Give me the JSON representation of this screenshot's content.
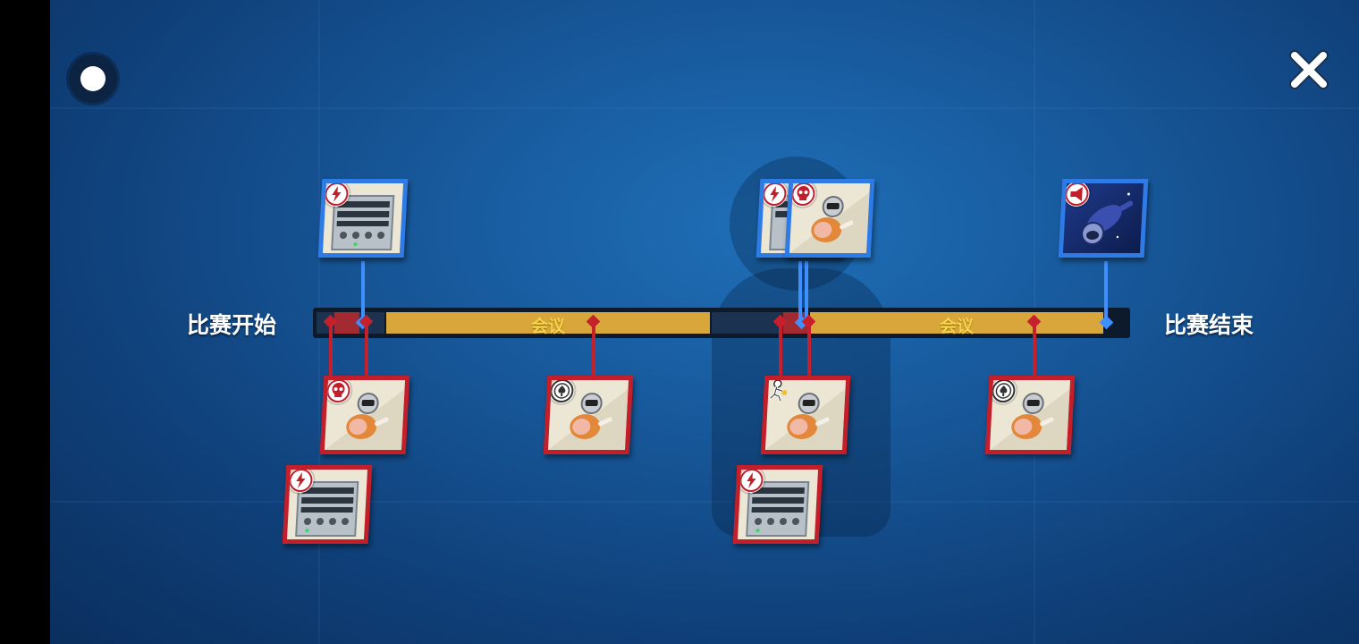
{
  "timeline": {
    "start_label": "比赛开始",
    "end_label": "比赛结束",
    "meeting_label": "会议"
  },
  "colors": {
    "red_team": "#c21f2a",
    "blue_team": "#2e7be6",
    "meeting": "#d8a63a",
    "meeting_text": "#f6d54a"
  },
  "events_top": [
    {
      "badge": "lightning-icon",
      "art": "control-panel"
    },
    {
      "badge": "lightning-icon",
      "art": "control-panel"
    },
    {
      "badge": "skull-icon",
      "art": "robot-meat"
    },
    {
      "badge": "megaphone-icon",
      "art": "floating-astronaut"
    }
  ],
  "events_bottom": [
    {
      "badge": "skull-icon",
      "art": "robot-meat"
    },
    {
      "badge": "lightning-icon",
      "art": "control-panel"
    },
    {
      "badge": "spade-icon",
      "art": "robot-meat"
    },
    {
      "badge": "runner-icon",
      "art": "robot-meat"
    },
    {
      "badge": "lightning-icon",
      "art": "control-panel"
    },
    {
      "badge": "spade-icon",
      "art": "robot-meat"
    }
  ],
  "controls": {
    "record_icon": "record-icon",
    "close_icon": "close-icon"
  }
}
